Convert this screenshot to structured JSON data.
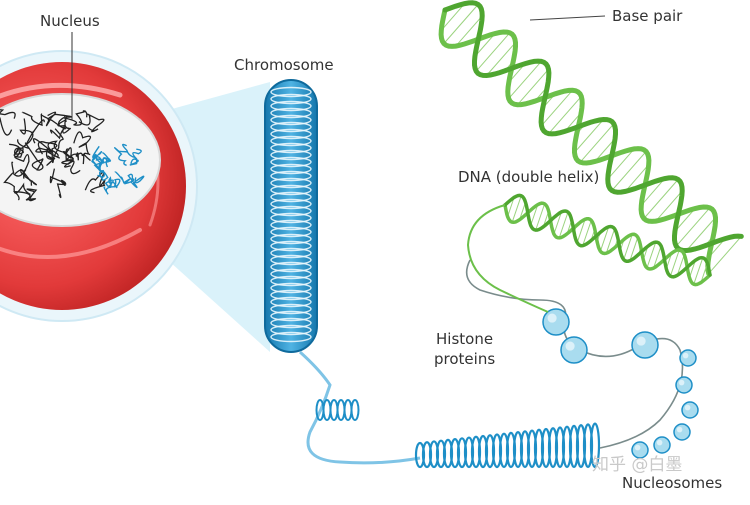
{
  "labels": {
    "nucleus": "Nucleus",
    "chromosome": "Chromosome",
    "base_pair": "Base pair",
    "dna": "DNA (double helix)",
    "histone_line1": "Histone",
    "histone_line2": "proteins",
    "nucleosomes": "Nucleosomes"
  },
  "watermark": "知乎 @白墨",
  "colors": {
    "cell_red": "#e23a3a",
    "dna_green": "#6cc04a",
    "chromatin_blue": "#1e8fc7",
    "chromatin_light": "#bfe6f6",
    "nucleosome_fill": "#a9dcef"
  }
}
